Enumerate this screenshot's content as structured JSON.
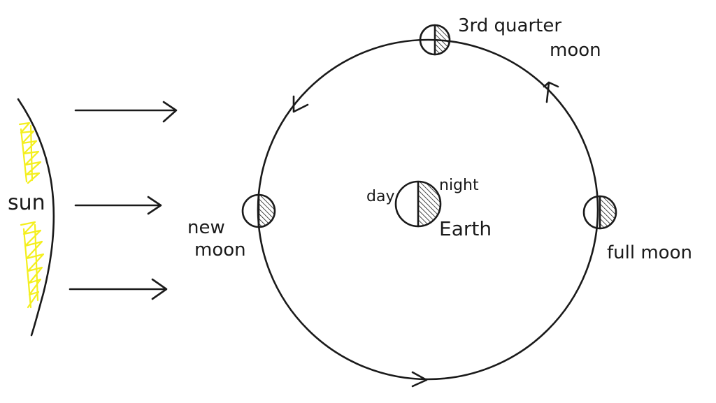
{
  "labels": {
    "sun": "sun",
    "day": "day",
    "night": "night",
    "earth": "Earth",
    "new_moon": [
      "new",
      "moon"
    ],
    "full_moon": "full moon",
    "third_quarter": [
      "3rd quarter",
      "moon"
    ]
  },
  "colors": {
    "ink": "#1a1a1a",
    "sun_fill": "#f4ef1e",
    "background": "#ffffff"
  }
}
